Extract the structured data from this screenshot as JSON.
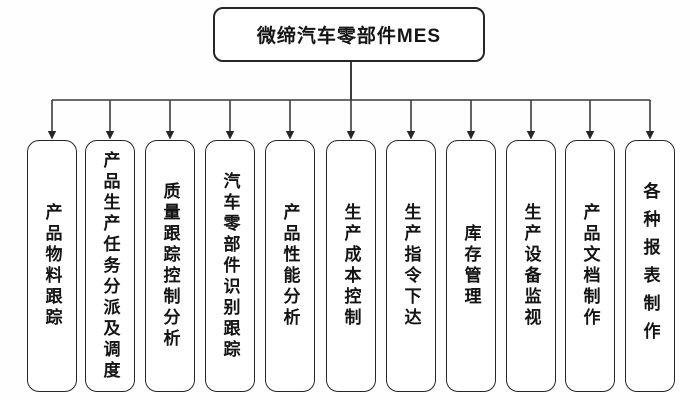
{
  "diagram": {
    "type": "org-tree",
    "root": {
      "label": "微缔汽车零部件MES"
    },
    "children": [
      {
        "label": "产品物料跟踪"
      },
      {
        "label": "产品生产任务分派及调度"
      },
      {
        "label": "质量跟踪控制分析"
      },
      {
        "label": "汽车零部件识别跟踪"
      },
      {
        "label": "产品性能分析"
      },
      {
        "label": "生产成本控制"
      },
      {
        "label": "生产指令下达"
      },
      {
        "label": "库存管理"
      },
      {
        "label": "生产设备监视"
      },
      {
        "label": "产品文档制作"
      },
      {
        "label": "各种报表制作"
      }
    ],
    "colors": {
      "line": "#3c3c3c",
      "border": "#262626",
      "text": "#141414",
      "background": "#ffffff"
    }
  }
}
